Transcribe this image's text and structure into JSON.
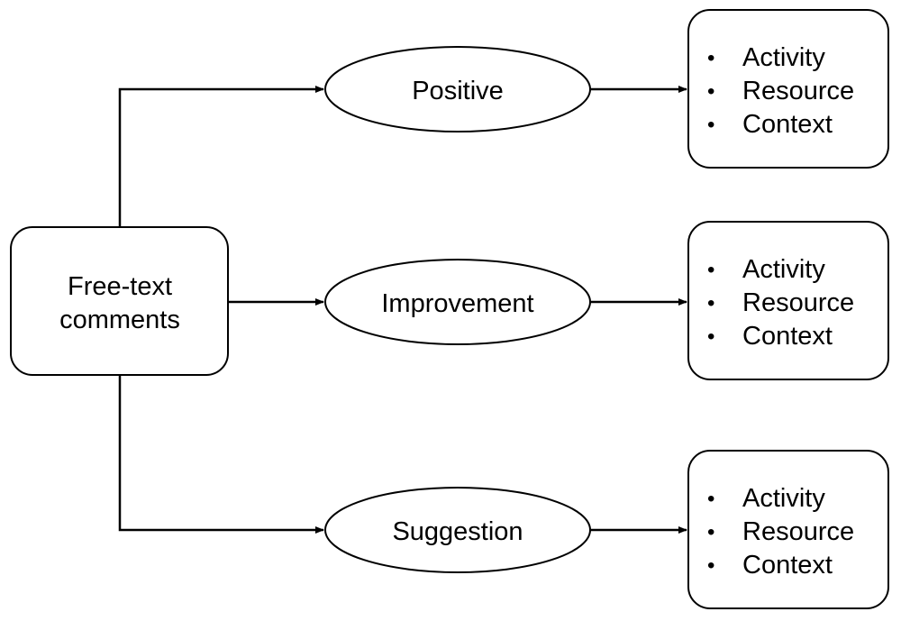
{
  "source": {
    "lines": [
      "Free-text",
      "comments"
    ]
  },
  "categories": [
    {
      "label": "Positive",
      "items": [
        "Activity",
        "Resource",
        "Context"
      ]
    },
    {
      "label": "Improvement",
      "items": [
        "Activity",
        "Resource",
        "Context"
      ]
    },
    {
      "label": "Suggestion",
      "items": [
        "Activity",
        "Resource",
        "Context"
      ]
    }
  ],
  "bullet_symbol": "•",
  "colors": {
    "stroke": "#000000",
    "fill": "#ffffff",
    "text": "#000000"
  }
}
